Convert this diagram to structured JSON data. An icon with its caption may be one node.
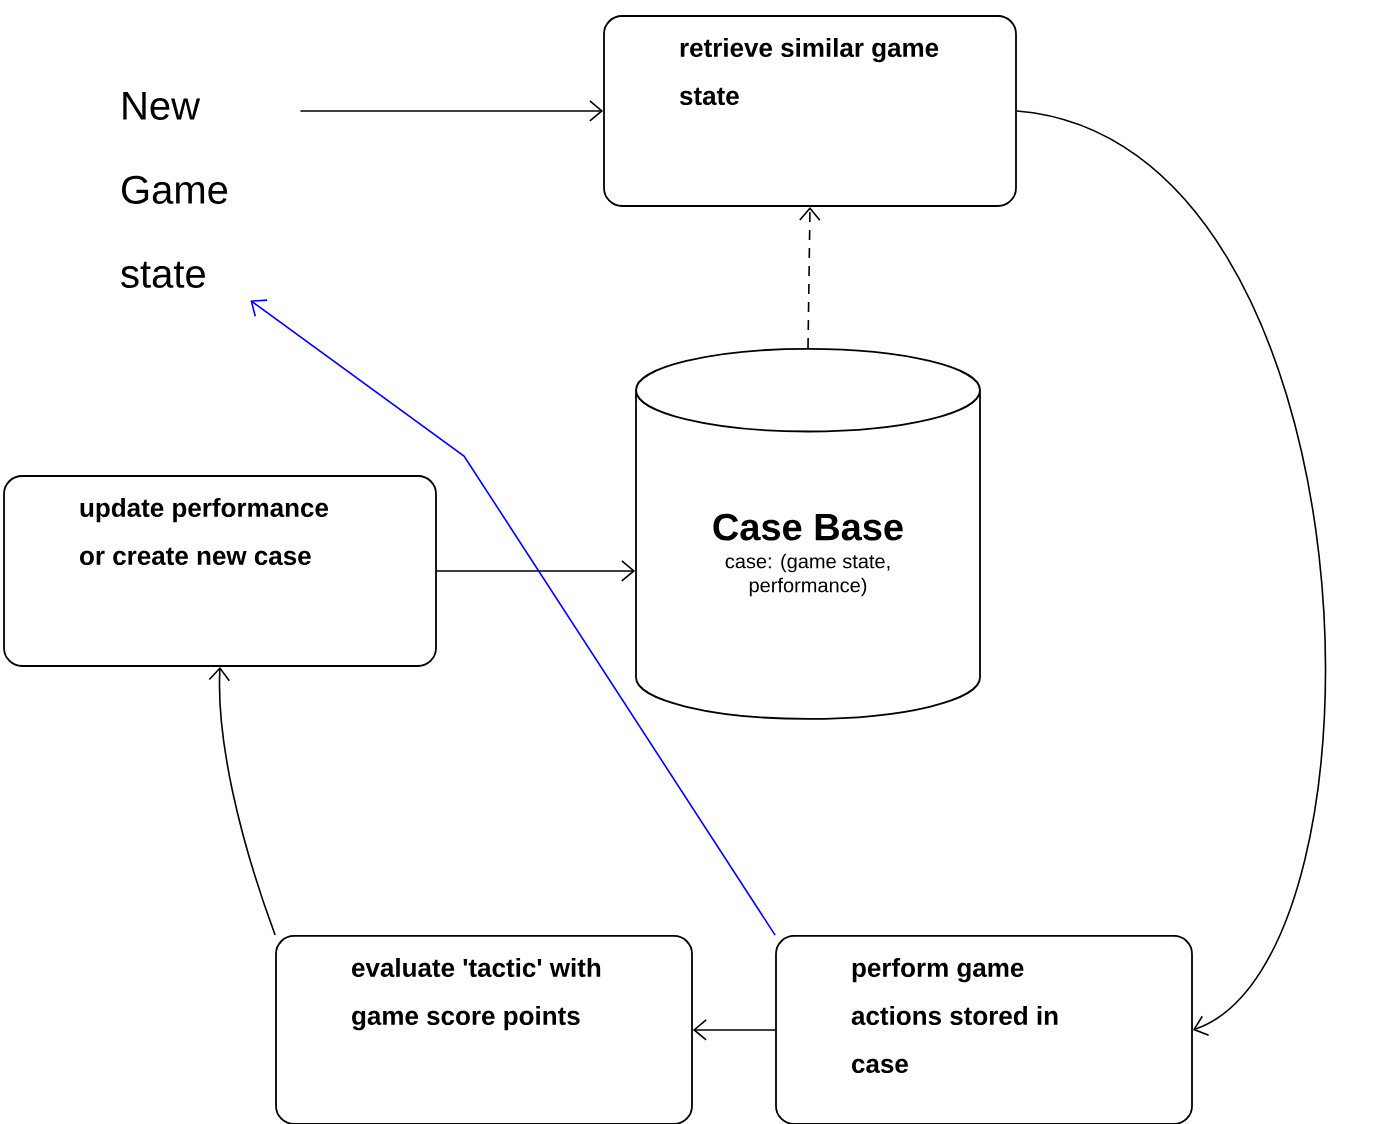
{
  "diagram": {
    "nodes": [
      {
        "text": [
          "New Game state"
        ]
      },
      {
        "text": [
          "retrieve similar game state"
        ]
      },
      {
        "text": [
          "Case Base",
          "case: (game state, performance)"
        ]
      },
      {
        "text": [
          "update performance or create new case"
        ]
      },
      {
        "text": [
          "evaluate 'tactic' with game score points"
        ]
      },
      {
        "text": [
          "perform game actions stored in case"
        ]
      }
    ],
    "edges": [
      {
        "from": 0,
        "to": 1,
        "arrow": "to"
      },
      {
        "from": 2,
        "to": 1,
        "arrow": "to",
        "style": "dashed"
      },
      {
        "from": 1,
        "to": 5,
        "arrow": "to"
      },
      {
        "from": 5,
        "to": 4,
        "arrow": "to"
      },
      {
        "from": 4,
        "to": 3,
        "arrow": "to"
      },
      {
        "from": 3,
        "to": 2,
        "arrow": "to"
      },
      {
        "from": 5,
        "to": 0,
        "arrow": "to",
        "color": "#0000ff"
      }
    ]
  }
}
